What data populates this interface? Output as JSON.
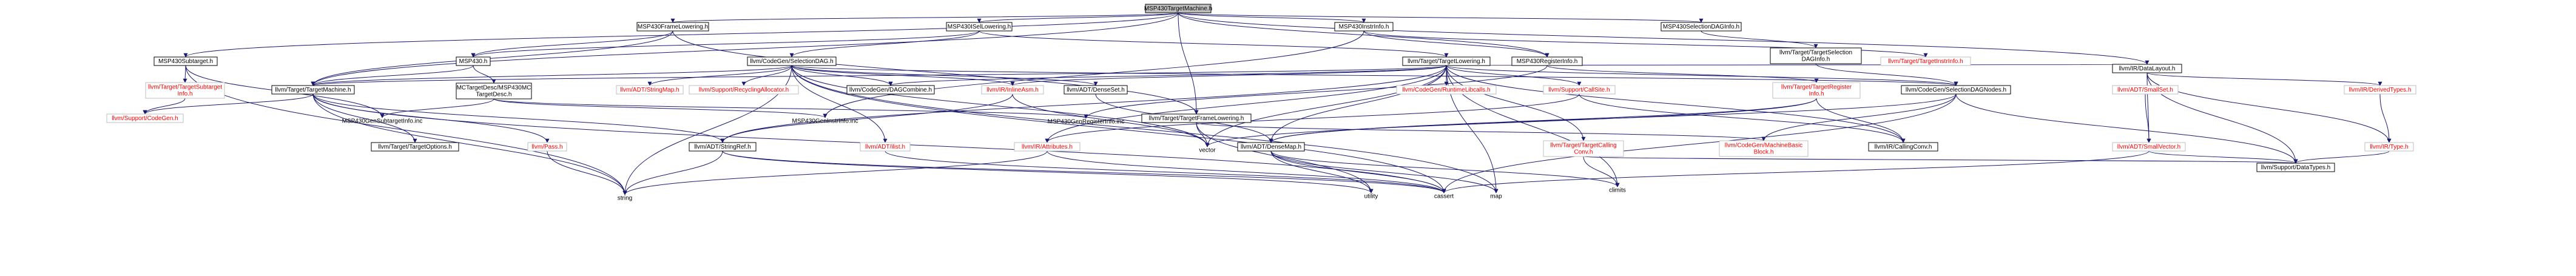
{
  "colors": {
    "edge": "#191970",
    "root_fill": "#bfbfbf",
    "node_border": "#000000",
    "missing_border": "#bfbfbf",
    "missing_text": "#ff0000"
  },
  "nodes": [
    {
      "id": "root",
      "label": "MSP430TargetMachine.h",
      "kind": "root"
    },
    {
      "id": "subtarget",
      "label": "MSP430Subtarget.h",
      "kind": "normal"
    },
    {
      "id": "framelow",
      "label": "MSP430FrameLowering.h",
      "kind": "normal"
    },
    {
      "id": "isellow",
      "label": "MSP430ISelLowering.h",
      "kind": "normal"
    },
    {
      "id": "instrinfo",
      "label": "MSP430InstrInfo.h",
      "kind": "normal"
    },
    {
      "id": "seldag",
      "label": "MSP430SelectionDAGInfo.h",
      "kind": "normal"
    },
    {
      "id": "datalayout",
      "label": "llvm/IR/DataLayout.h",
      "kind": "normal"
    },
    {
      "id": "subtargetinfo",
      "label": "llvm/Target/TargetSubtarget\nInfo.h",
      "kind": "missing"
    },
    {
      "id": "codegen",
      "label": "llvm/Support/CodeGen.h",
      "kind": "missing"
    },
    {
      "id": "targetmachine",
      "label": "llvm/Target/TargetMachine.h",
      "kind": "normal"
    },
    {
      "id": "msp430",
      "label": "MSP430.h",
      "kind": "normal"
    },
    {
      "id": "mctargetdesc",
      "label": "MCTargetDesc/MSP430MC\nTargetDesc.h",
      "kind": "normal"
    },
    {
      "id": "selectiondag",
      "label": "llvm/CodeGen/SelectionDAG.h",
      "kind": "normal"
    },
    {
      "id": "targetlowering",
      "label": "llvm/Target/TargetLowering.h",
      "kind": "normal"
    },
    {
      "id": "reginfo",
      "label": "MSP430RegisterInfo.h",
      "kind": "normal"
    },
    {
      "id": "targetinstrinfo",
      "label": "llvm/Target/TargetInstrInfo.h",
      "kind": "missing"
    },
    {
      "id": "tseldaginfo",
      "label": "llvm/Target/TargetSelection\nDAGInfo.h",
      "kind": "normal"
    },
    {
      "id": "stringmap",
      "label": "llvm/ADT/StringMap.h",
      "kind": "missing"
    },
    {
      "id": "recycling",
      "label": "llvm/Support/RecyclingAllocator.h",
      "kind": "missing"
    },
    {
      "id": "dagcombine",
      "label": "llvm/CodeGen/DAGCombine.h",
      "kind": "normal"
    },
    {
      "id": "inlineasm",
      "label": "llvm/IR/InlineAsm.h",
      "kind": "missing"
    },
    {
      "id": "denseset",
      "label": "llvm/ADT/DenseSet.h",
      "kind": "normal"
    },
    {
      "id": "tframelow",
      "label": "llvm/Target/TargetFrameLowering.h",
      "kind": "normal"
    },
    {
      "id": "runtimelibcalls",
      "label": "llvm/CodeGen/RuntimeLibcalls.h",
      "kind": "missing"
    },
    {
      "id": "callsite",
      "label": "llvm/Support/CallSite.h",
      "kind": "missing"
    },
    {
      "id": "tregisterinfo",
      "label": "llvm/Target/TargetRegister\nInfo.h",
      "kind": "missing"
    },
    {
      "id": "seldagnodes",
      "label": "llvm/CodeGen/SelectionDAGNodes.h",
      "kind": "normal"
    },
    {
      "id": "smallset",
      "label": "llvm/ADT/SmallSet.h",
      "kind": "missing"
    },
    {
      "id": "derivedtypes",
      "label": "llvm/IR/DerivedTypes.h",
      "kind": "missing"
    },
    {
      "id": "targetoptions",
      "label": "llvm/Target/TargetOptions.h",
      "kind": "normal"
    },
    {
      "id": "pass",
      "label": "llvm/Pass.h",
      "kind": "missing"
    },
    {
      "id": "stringref",
      "label": "llvm/ADT/StringRef.h",
      "kind": "normal"
    },
    {
      "id": "ilist",
      "label": "llvm/ADT/ilist.h",
      "kind": "missing"
    },
    {
      "id": "attributes",
      "label": "llvm/IR/Attributes.h",
      "kind": "missing"
    },
    {
      "id": "densemap",
      "label": "llvm/ADT/DenseMap.h",
      "kind": "normal"
    },
    {
      "id": "tcallingconv",
      "label": "llvm/Target/TargetCalling\nConv.h",
      "kind": "missing"
    },
    {
      "id": "mbb",
      "label": "llvm/CodeGen/MachineBasic\nBlock.h",
      "kind": "missing"
    },
    {
      "id": "callingconv",
      "label": "llvm/IR/CallingConv.h",
      "kind": "normal"
    },
    {
      "id": "smallvector",
      "label": "llvm/ADT/SmallVector.h",
      "kind": "missing"
    },
    {
      "id": "irtype",
      "label": "llvm/IR/Type.h",
      "kind": "missing"
    },
    {
      "id": "datatypes",
      "label": "llvm/Support/DataTypes.h",
      "kind": "normal"
    }
  ],
  "leaves": [
    {
      "id": "gensubtarget",
      "label": "MSP430GenSubtargetInfo.inc"
    },
    {
      "id": "geninstr",
      "label": "MSP430GenInstrInfo.inc"
    },
    {
      "id": "genreg",
      "label": "MSP430GenRegisterInfo.inc"
    },
    {
      "id": "vector",
      "label": "vector"
    },
    {
      "id": "string",
      "label": "string"
    },
    {
      "id": "utility",
      "label": "utility"
    },
    {
      "id": "cassert",
      "label": "cassert"
    },
    {
      "id": "map",
      "label": "map"
    },
    {
      "id": "climits",
      "label": "climits"
    }
  ]
}
